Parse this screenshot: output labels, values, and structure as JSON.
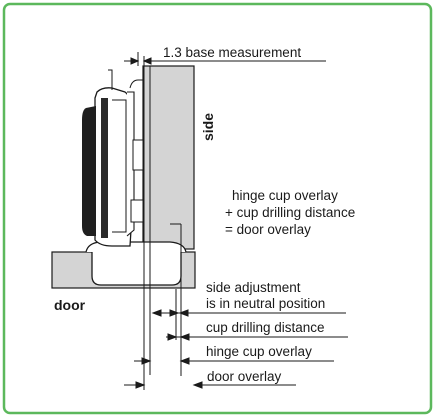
{
  "colors": {
    "border": "#5cb85c",
    "part_fill": "#d4d4d4",
    "line": "#1a1a1a",
    "hinge_dark": "#1f1f1f"
  },
  "labels": {
    "base_measurement": "1.3 base measurement",
    "side": "side",
    "overlay_line1": "hinge cup overlay",
    "overlay_line2": "+ cup drilling distance",
    "overlay_line3": "= door overlay",
    "door": "door",
    "side_adjustment_line1": "side adjustment",
    "side_adjustment_line2": "is in neutral position",
    "cup_drilling_distance": "cup drilling distance",
    "hinge_cup_overlay": "hinge cup overlay",
    "door_overlay": "door overlay"
  }
}
